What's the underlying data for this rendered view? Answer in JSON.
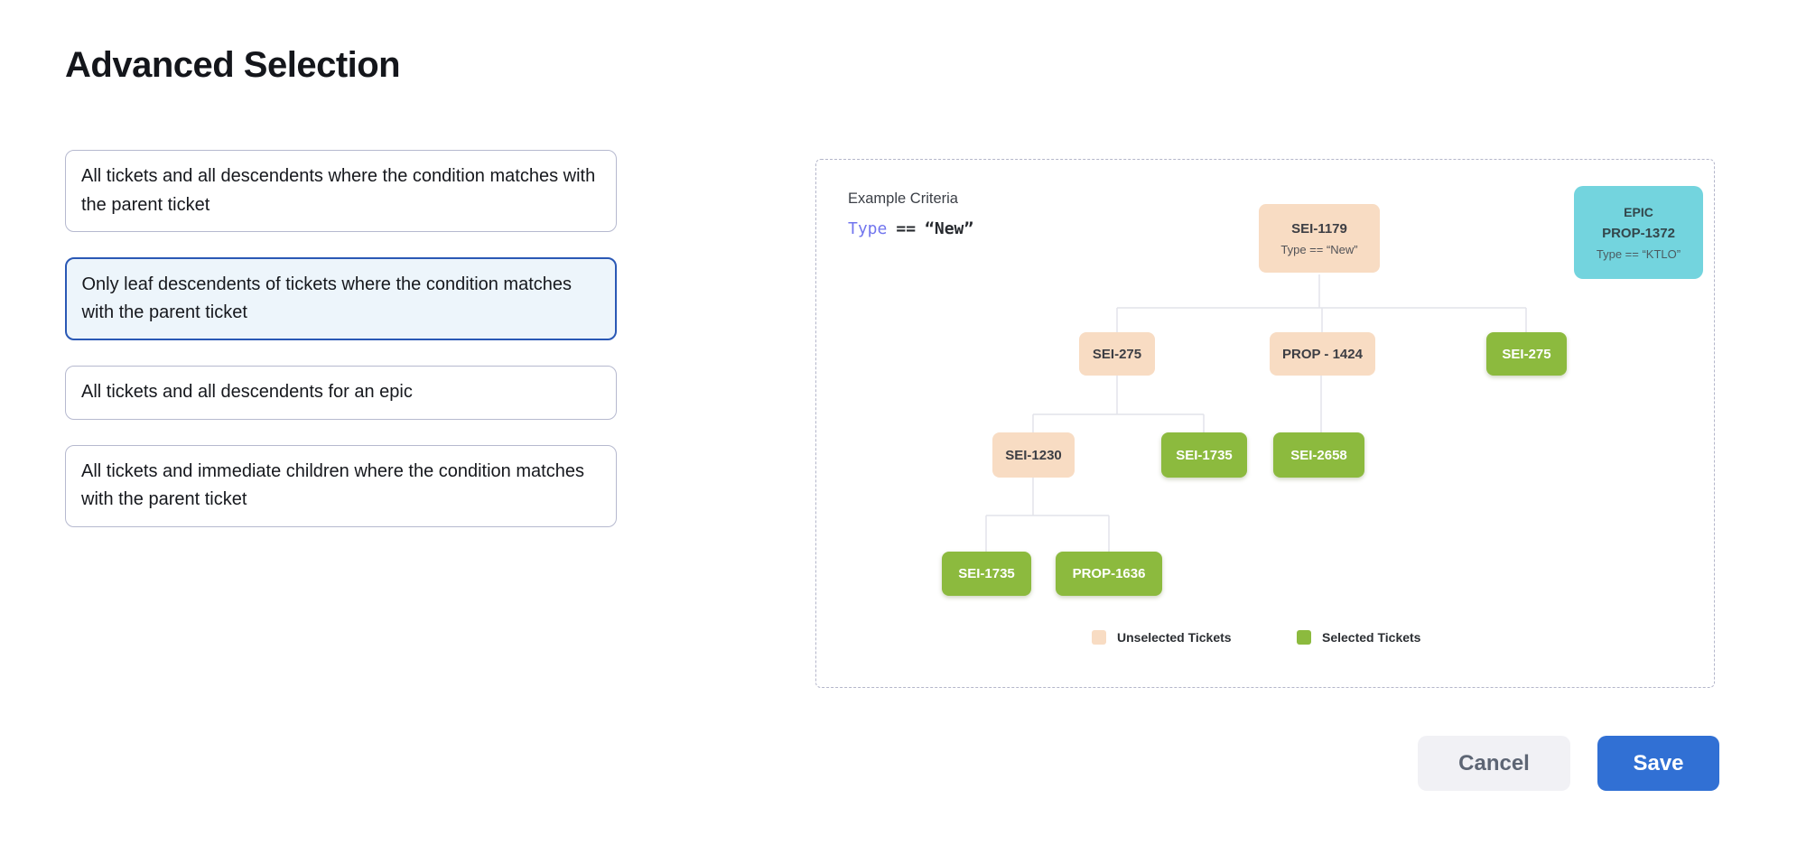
{
  "header": {
    "title": "Advanced Selection"
  },
  "options": [
    {
      "label": "All tickets and all descendents where the condition matches with the parent ticket",
      "selected": false
    },
    {
      "label": "Only leaf descendents of tickets where the condition matches with the parent ticket",
      "selected": true
    },
    {
      "label": "All tickets and all descendents for an epic",
      "selected": false
    },
    {
      "label": "All tickets and immediate children where the condition matches with the parent ticket",
      "selected": false
    }
  ],
  "diagram": {
    "criteria": {
      "label": "Example Criteria",
      "field": "Type",
      "operator": "==",
      "value": "“New”"
    },
    "epic_card": {
      "type_label": "EPIC",
      "id": "PROP-1372",
      "condition": "Type == “KTLO”"
    },
    "tree": {
      "root": {
        "id": "SEI-1179",
        "condition": "Type == “New”",
        "state": "unselected"
      },
      "level2": [
        {
          "id": "SEI-275",
          "state": "unselected"
        },
        {
          "id": "PROP - 1424",
          "state": "unselected"
        },
        {
          "id": "SEI-275",
          "state": "selected"
        }
      ],
      "level3": [
        {
          "id": "SEI-1230",
          "state": "unselected"
        },
        {
          "id": "SEI-1735",
          "state": "selected"
        },
        {
          "id": "SEI-2658",
          "state": "selected"
        }
      ],
      "level4": [
        {
          "id": "SEI-1735",
          "state": "selected"
        },
        {
          "id": "PROP-1636",
          "state": "selected"
        }
      ]
    },
    "legend": [
      {
        "label": "Unselected Tickets",
        "color": "#f8dcc3"
      },
      {
        "label": "Selected Tickets",
        "color": "#8cba3e"
      }
    ]
  },
  "footer": {
    "cancel_label": "Cancel",
    "save_label": "Save"
  },
  "colors": {
    "unselected_node": "#f8dcc3",
    "selected_node": "#8cba3e",
    "epic_node": "#73d4de",
    "accent_blue": "#3170d4",
    "selected_card_border": "#2a58b5",
    "selected_card_bg": "#edf5fb"
  }
}
